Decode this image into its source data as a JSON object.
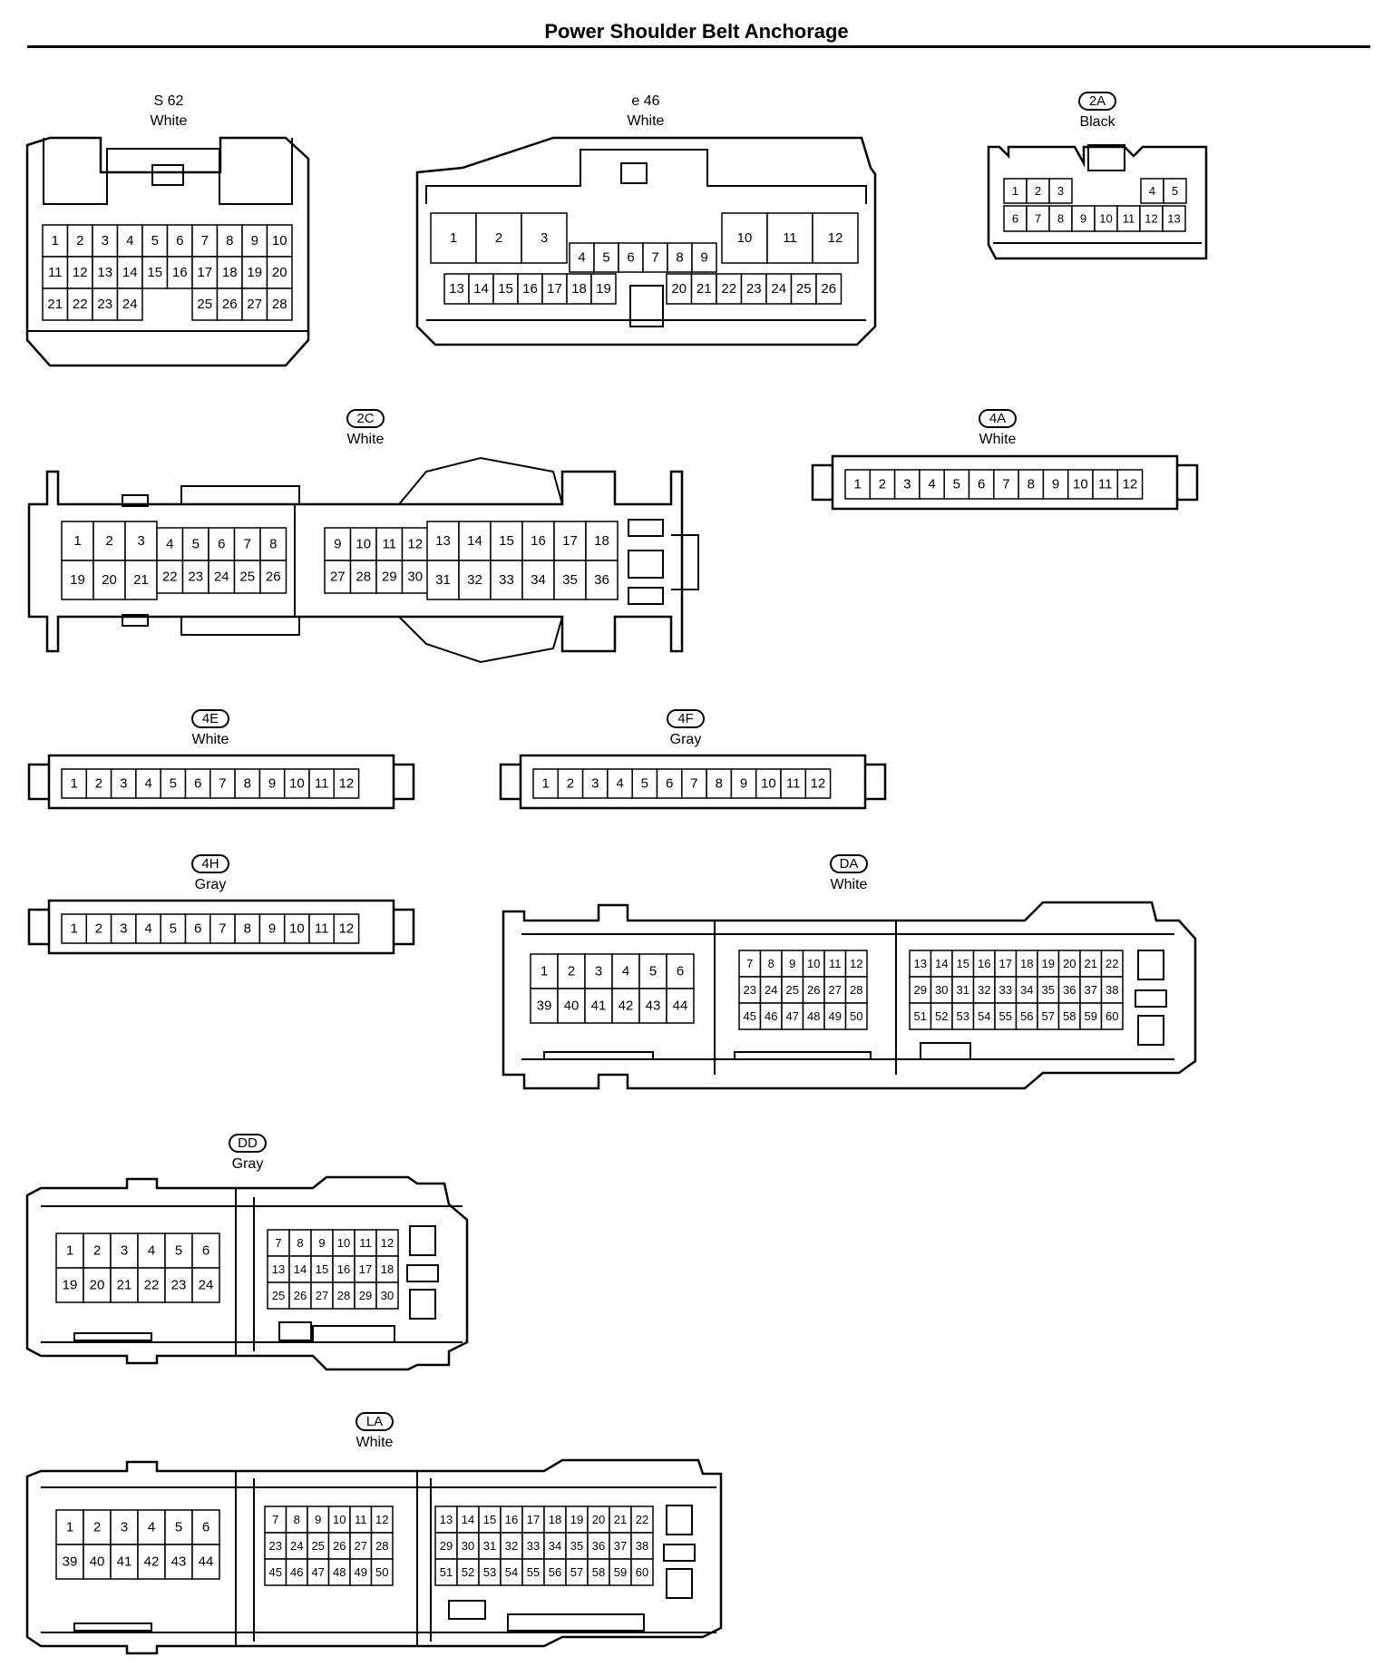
{
  "title": "Power Shoulder Belt Anchorage",
  "connectors": [
    {
      "id": "s62",
      "code": "S 62",
      "style": "plain",
      "color": "White",
      "blocks": [
        {
          "rows": [
            [
              "1",
              "2",
              "3",
              "4",
              "5",
              "6",
              "7",
              "8",
              "9",
              "10"
            ],
            [
              "11",
              "12",
              "13",
              "14",
              "15",
              "16",
              "17",
              "18",
              "19",
              "20"
            ],
            [
              "21",
              "22",
              "23",
              "24",
              "",
              "",
              "25",
              "26",
              "27",
              "28"
            ]
          ]
        }
      ]
    },
    {
      "id": "e46",
      "code": "e 46",
      "style": "plain",
      "color": "White",
      "blocks": [
        {
          "rows": [
            [
              "1",
              "2",
              "3"
            ]
          ]
        },
        {
          "rows": [
            [
              "4",
              "5",
              "6",
              "7",
              "8",
              "9"
            ]
          ]
        },
        {
          "rows": [
            [
              "10",
              "11",
              "12"
            ]
          ]
        },
        {
          "rows": [
            [
              "13",
              "14",
              "15",
              "16",
              "17",
              "18",
              "19"
            ]
          ]
        },
        {
          "rows": [
            [
              "20",
              "21",
              "22",
              "23",
              "24",
              "25",
              "26"
            ]
          ]
        }
      ]
    },
    {
      "id": "2a",
      "code": "2A",
      "style": "oval",
      "color": "Black",
      "blocks": [
        {
          "rows": [
            [
              "1",
              "2",
              "3"
            ]
          ]
        },
        {
          "rows": [
            [
              "4",
              "5"
            ]
          ]
        },
        {
          "rows": [
            [
              "6",
              "7",
              "8",
              "9",
              "10",
              "11",
              "12",
              "13"
            ]
          ]
        }
      ]
    },
    {
      "id": "2c",
      "code": "2C",
      "style": "oval",
      "color": "White",
      "blocks": [
        {
          "rows": [
            [
              "1",
              "2",
              "3"
            ],
            [
              "19",
              "20",
              "21"
            ]
          ]
        },
        {
          "rows": [
            [
              "4",
              "5",
              "6",
              "7",
              "8"
            ],
            [
              "22",
              "23",
              "24",
              "25",
              "26"
            ]
          ]
        },
        {
          "rows": [
            [
              "9",
              "10",
              "11",
              "12"
            ],
            [
              "27",
              "28",
              "29",
              "30"
            ]
          ]
        },
        {
          "rows": [
            [
              "13",
              "14",
              "15",
              "16",
              "17",
              "18"
            ],
            [
              "31",
              "32",
              "33",
              "34",
              "35",
              "36"
            ]
          ]
        }
      ]
    },
    {
      "id": "4a",
      "code": "4A",
      "style": "oval",
      "color": "White",
      "blocks": [
        {
          "rows": [
            [
              "1",
              "2",
              "3",
              "4",
              "5",
              "6",
              "7",
              "8",
              "9",
              "10",
              "11",
              "12"
            ]
          ]
        }
      ]
    },
    {
      "id": "4e",
      "code": "4E",
      "style": "oval",
      "color": "White",
      "blocks": [
        {
          "rows": [
            [
              "1",
              "2",
              "3",
              "4",
              "5",
              "6",
              "7",
              "8",
              "9",
              "10",
              "11",
              "12"
            ]
          ]
        }
      ]
    },
    {
      "id": "4f",
      "code": "4F",
      "style": "oval",
      "color": "Gray",
      "blocks": [
        {
          "rows": [
            [
              "1",
              "2",
              "3",
              "4",
              "5",
              "6",
              "7",
              "8",
              "9",
              "10",
              "11",
              "12"
            ]
          ]
        }
      ]
    },
    {
      "id": "4h",
      "code": "4H",
      "style": "oval",
      "color": "Gray",
      "blocks": [
        {
          "rows": [
            [
              "1",
              "2",
              "3",
              "4",
              "5",
              "6",
              "7",
              "8",
              "9",
              "10",
              "11",
              "12"
            ]
          ]
        }
      ]
    },
    {
      "id": "da",
      "code": "DA",
      "style": "oval",
      "color": "White",
      "blocks": [
        {
          "rows": [
            [
              "1",
              "2",
              "3",
              "4",
              "5",
              "6"
            ],
            [
              "39",
              "40",
              "41",
              "42",
              "43",
              "44"
            ]
          ]
        },
        {
          "rows": [
            [
              "7",
              "8",
              "9",
              "10",
              "11",
              "12"
            ],
            [
              "23",
              "24",
              "25",
              "26",
              "27",
              "28"
            ],
            [
              "45",
              "46",
              "47",
              "48",
              "49",
              "50"
            ]
          ]
        },
        {
          "rows": [
            [
              "13",
              "14",
              "15",
              "16",
              "17",
              "18",
              "19",
              "20",
              "21",
              "22"
            ],
            [
              "29",
              "30",
              "31",
              "32",
              "33",
              "34",
              "35",
              "36",
              "37",
              "38"
            ],
            [
              "51",
              "52",
              "53",
              "54",
              "55",
              "56",
              "57",
              "58",
              "59",
              "60"
            ]
          ]
        }
      ]
    },
    {
      "id": "dd",
      "code": "DD",
      "style": "oval",
      "color": "Gray",
      "blocks": [
        {
          "rows": [
            [
              "1",
              "2",
              "3",
              "4",
              "5",
              "6"
            ],
            [
              "19",
              "20",
              "21",
              "22",
              "23",
              "24"
            ]
          ]
        },
        {
          "rows": [
            [
              "7",
              "8",
              "9",
              "10",
              "11",
              "12"
            ],
            [
              "13",
              "14",
              "15",
              "16",
              "17",
              "18"
            ],
            [
              "25",
              "26",
              "27",
              "28",
              "29",
              "30"
            ]
          ]
        }
      ]
    },
    {
      "id": "la",
      "code": "LA",
      "style": "oval",
      "color": "White",
      "blocks": [
        {
          "rows": [
            [
              "1",
              "2",
              "3",
              "4",
              "5",
              "6"
            ],
            [
              "39",
              "40",
              "41",
              "42",
              "43",
              "44"
            ]
          ]
        },
        {
          "rows": [
            [
              "7",
              "8",
              "9",
              "10",
              "11",
              "12"
            ],
            [
              "23",
              "24",
              "25",
              "26",
              "27",
              "28"
            ],
            [
              "45",
              "46",
              "47",
              "48",
              "49",
              "50"
            ]
          ]
        },
        {
          "rows": [
            [
              "13",
              "14",
              "15",
              "16",
              "17",
              "18",
              "19",
              "20",
              "21",
              "22"
            ],
            [
              "29",
              "30",
              "31",
              "32",
              "33",
              "34",
              "35",
              "36",
              "37",
              "38"
            ],
            [
              "51",
              "52",
              "53",
              "54",
              "55",
              "56",
              "57",
              "58",
              "59",
              "60"
            ]
          ]
        }
      ]
    }
  ]
}
